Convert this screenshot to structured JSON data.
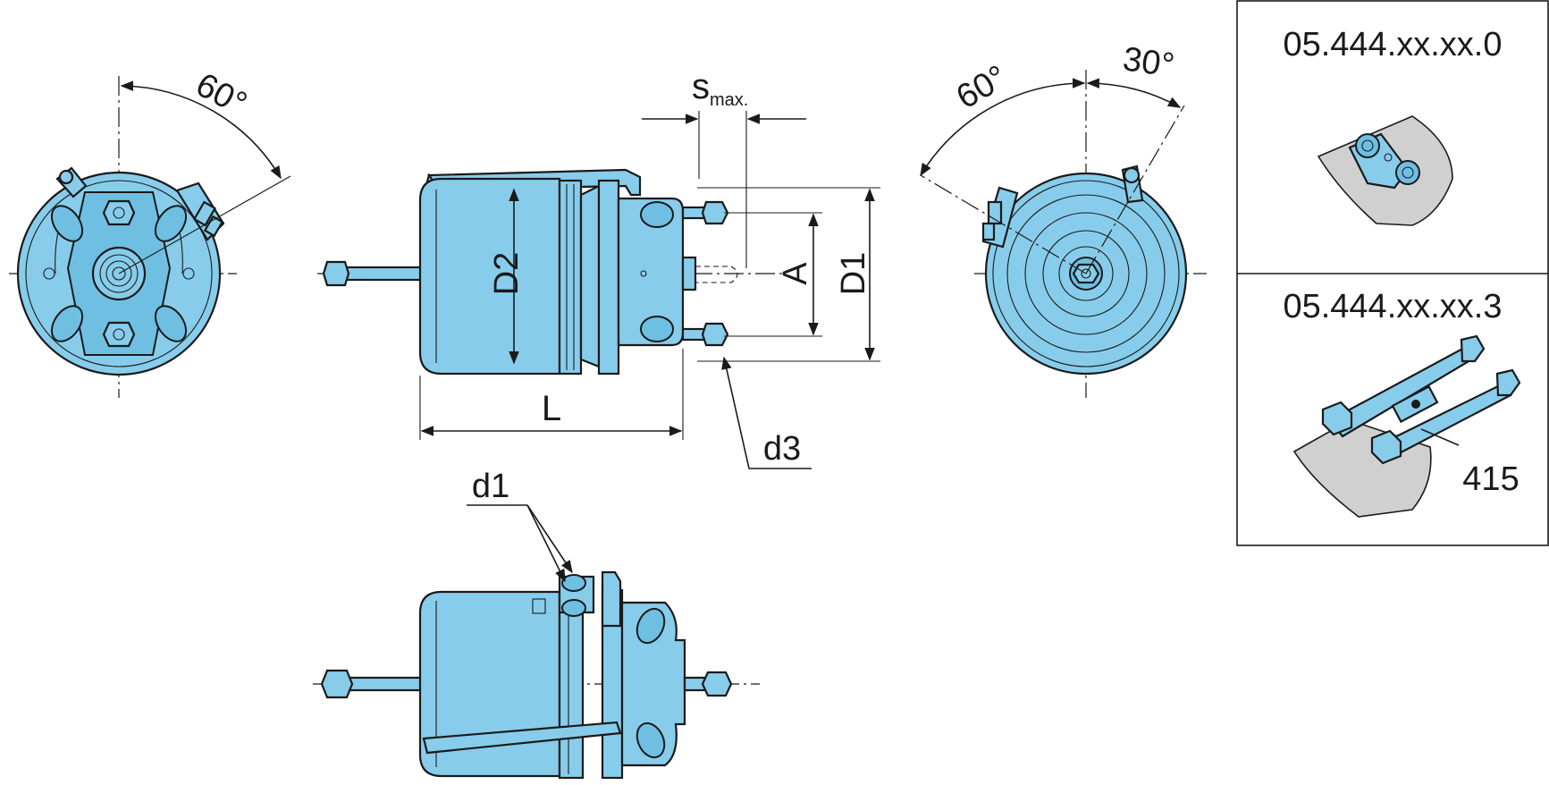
{
  "dimensions": {
    "angle_left": "60°",
    "angle_right_a": "60°",
    "angle_right_b": "30°",
    "s_max_main": "s",
    "s_max_sub": "max.",
    "A": "A",
    "D1": "D1",
    "D2": "D2",
    "L": "L",
    "d1": "d1",
    "d3": "d3"
  },
  "variants": {
    "top_code": "05.444.xx.xx.0",
    "bottom_code": "05.444.xx.xx.3",
    "callout": "415"
  },
  "colors": {
    "part_fill": "#87CDEB",
    "line": "#1a1a1a",
    "background": "#ffffff"
  }
}
